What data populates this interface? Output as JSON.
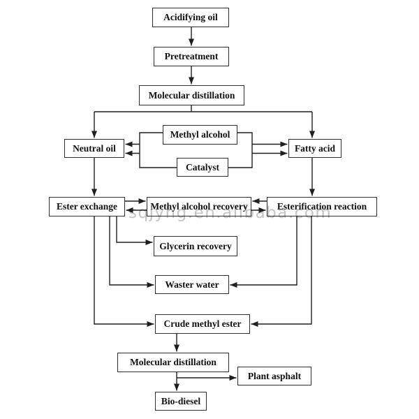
{
  "colors": {
    "background": "#ffffff",
    "box_border": "#2e2e2e",
    "line": "#1f1f1f",
    "text": "#111111",
    "watermark": "#b2b2b2"
  },
  "watermark": {
    "text": "sqjyhg.en.alibaba.com"
  },
  "diagram": {
    "type": "process-flowchart",
    "nodes": {
      "acidifying_oil": {
        "label": "Acidifying oil"
      },
      "pretreatment": {
        "label": "Pretreatment"
      },
      "molecular_distillation_1": {
        "label": "Molecular distillation"
      },
      "methyl_alcohol": {
        "label": "Methyl alcohol"
      },
      "neutral_oil": {
        "label": "Neutral oil"
      },
      "fatty_acid": {
        "label": "Fatty acid"
      },
      "catalyst": {
        "label": "Catalyst"
      },
      "ester_exchange": {
        "label": "Ester exchange"
      },
      "methyl_alcohol_recovery": {
        "label": "Methyl alcohol recovery"
      },
      "esterification_reaction": {
        "label": "Esterification reaction"
      },
      "glycerin_recovery": {
        "label": "Glycerin recovery"
      },
      "waster_water": {
        "label": "Waster water"
      },
      "crude_methyl_ester": {
        "label": "Crude methyl ester"
      },
      "molecular_distillation_2": {
        "label": "Molecular distillation"
      },
      "plant_asphalt": {
        "label": "Plant asphalt"
      },
      "bio_diesel": {
        "label": "Bio-diesel"
      }
    },
    "edges": [
      {
        "from": "acidifying_oil",
        "to": "pretreatment"
      },
      {
        "from": "pretreatment",
        "to": "molecular_distillation_1"
      },
      {
        "from": "molecular_distillation_1",
        "to": "neutral_oil"
      },
      {
        "from": "molecular_distillation_1",
        "to": "fatty_acid"
      },
      {
        "from": "methyl_alcohol",
        "to": "neutral_oil"
      },
      {
        "from": "methyl_alcohol",
        "to": "fatty_acid"
      },
      {
        "from": "catalyst",
        "to": "neutral_oil"
      },
      {
        "from": "catalyst",
        "to": "fatty_acid"
      },
      {
        "from": "neutral_oil",
        "to": "ester_exchange"
      },
      {
        "from": "fatty_acid",
        "to": "esterification_reaction"
      },
      {
        "from": "ester_exchange",
        "to": "methyl_alcohol_recovery"
      },
      {
        "from": "methyl_alcohol_recovery",
        "to": "ester_exchange"
      },
      {
        "from": "esterification_reaction",
        "to": "methyl_alcohol_recovery"
      },
      {
        "from": "methyl_alcohol_recovery",
        "to": "esterification_reaction"
      },
      {
        "from": "ester_exchange",
        "to": "glycerin_recovery"
      },
      {
        "from": "ester_exchange",
        "to": "waster_water"
      },
      {
        "from": "ester_exchange",
        "to": "crude_methyl_ester"
      },
      {
        "from": "esterification_reaction",
        "to": "waster_water"
      },
      {
        "from": "esterification_reaction",
        "to": "crude_methyl_ester"
      },
      {
        "from": "crude_methyl_ester",
        "to": "molecular_distillation_2"
      },
      {
        "from": "molecular_distillation_2",
        "to": "plant_asphalt"
      },
      {
        "from": "molecular_distillation_2",
        "to": "bio_diesel"
      }
    ]
  }
}
